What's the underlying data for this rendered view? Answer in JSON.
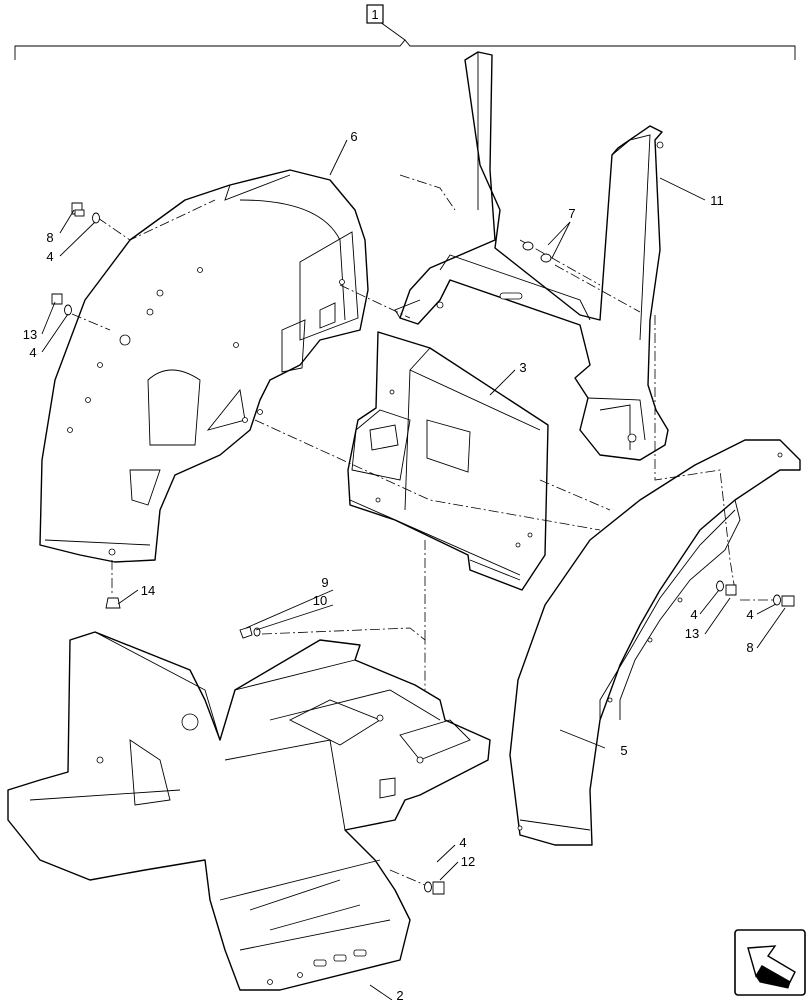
{
  "assembly_callout": "1",
  "callouts": [
    {
      "id": "c8a",
      "text": "8"
    },
    {
      "id": "c4a",
      "text": "4"
    },
    {
      "id": "c13a",
      "text": "13"
    },
    {
      "id": "c4b",
      "text": "4"
    },
    {
      "id": "c6",
      "text": "6"
    },
    {
      "id": "c7",
      "text": "7"
    },
    {
      "id": "c11",
      "text": "11"
    },
    {
      "id": "c3",
      "text": "3"
    },
    {
      "id": "c14",
      "text": "14"
    },
    {
      "id": "c9",
      "text": "9"
    },
    {
      "id": "c10",
      "text": "10"
    },
    {
      "id": "c4c",
      "text": "4"
    },
    {
      "id": "c13b",
      "text": "13"
    },
    {
      "id": "c4d",
      "text": "4"
    },
    {
      "id": "c8b",
      "text": "8"
    },
    {
      "id": "c5",
      "text": "5"
    },
    {
      "id": "c4e",
      "text": "4"
    },
    {
      "id": "c12",
      "text": "12"
    },
    {
      "id": "c2",
      "text": "2"
    }
  ],
  "icons": {
    "nav": "arrow-left-icon"
  }
}
